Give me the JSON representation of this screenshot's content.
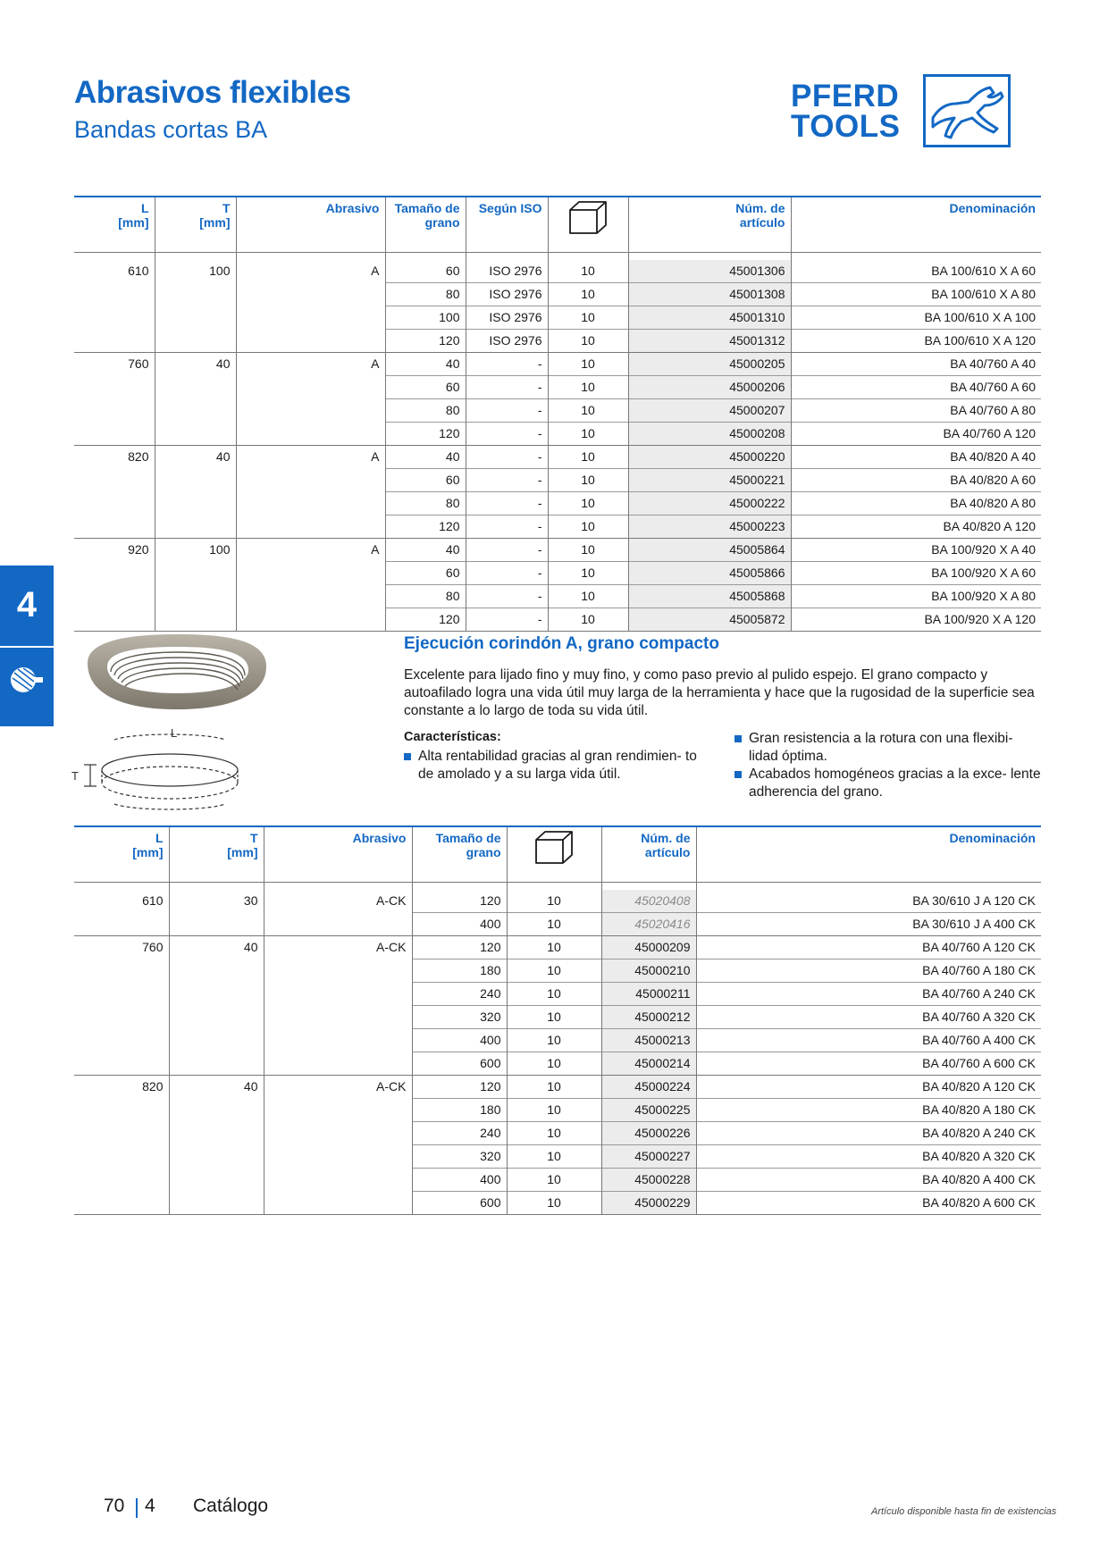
{
  "header": {
    "title": "Abrasivos flexibles",
    "subtitle": "Bandas cortas BA",
    "logo_line1": "PFERD",
    "logo_line2": "TOOLS"
  },
  "side_tab": {
    "chapter": "4"
  },
  "table1": {
    "headers": {
      "L": "L",
      "L_unit": "[mm]",
      "T": "T",
      "T_unit": "[mm]",
      "abrasivo": "Abrasivo",
      "grano1": "Tamaño de",
      "grano2": "grano",
      "iso": "Según ISO",
      "art1": "Núm. de",
      "art2": "artículo",
      "denominacion": "Denominación"
    },
    "groups": [
      {
        "L": "610",
        "T": "100",
        "abrasivo": "A",
        "rows": [
          {
            "grano": "60",
            "iso": "ISO 2976",
            "pack": "10",
            "art": "45001306",
            "denom": "BA 100/610 X A 60"
          },
          {
            "grano": "80",
            "iso": "ISO 2976",
            "pack": "10",
            "art": "45001308",
            "denom": "BA 100/610 X A 80"
          },
          {
            "grano": "100",
            "iso": "ISO 2976",
            "pack": "10",
            "art": "45001310",
            "denom": "BA 100/610 X A 100"
          },
          {
            "grano": "120",
            "iso": "ISO 2976",
            "pack": "10",
            "art": "45001312",
            "denom": "BA 100/610 X A 120"
          }
        ]
      },
      {
        "L": "760",
        "T": "40",
        "abrasivo": "A",
        "rows": [
          {
            "grano": "40",
            "iso": "-",
            "pack": "10",
            "art": "45000205",
            "denom": "BA 40/760 A 40"
          },
          {
            "grano": "60",
            "iso": "-",
            "pack": "10",
            "art": "45000206",
            "denom": "BA 40/760 A 60"
          },
          {
            "grano": "80",
            "iso": "-",
            "pack": "10",
            "art": "45000207",
            "denom": "BA 40/760 A 80"
          },
          {
            "grano": "120",
            "iso": "-",
            "pack": "10",
            "art": "45000208",
            "denom": "BA 40/760 A 120"
          }
        ]
      },
      {
        "L": "820",
        "T": "40",
        "abrasivo": "A",
        "rows": [
          {
            "grano": "40",
            "iso": "-",
            "pack": "10",
            "art": "45000220",
            "denom": "BA 40/820 A 40"
          },
          {
            "grano": "60",
            "iso": "-",
            "pack": "10",
            "art": "45000221",
            "denom": "BA 40/820 A 60"
          },
          {
            "grano": "80",
            "iso": "-",
            "pack": "10",
            "art": "45000222",
            "denom": "BA 40/820 A 80"
          },
          {
            "grano": "120",
            "iso": "-",
            "pack": "10",
            "art": "45000223",
            "denom": "BA 40/820 A 120"
          }
        ]
      },
      {
        "L": "920",
        "T": "100",
        "abrasivo": "A",
        "rows": [
          {
            "grano": "40",
            "iso": "-",
            "pack": "10",
            "art": "45005864",
            "denom": "BA 100/920 X A 40"
          },
          {
            "grano": "60",
            "iso": "-",
            "pack": "10",
            "art": "45005866",
            "denom": "BA 100/920 X A 60"
          },
          {
            "grano": "80",
            "iso": "-",
            "pack": "10",
            "art": "45005868",
            "denom": "BA 100/920 X A 80"
          },
          {
            "grano": "120",
            "iso": "-",
            "pack": "10",
            "art": "45005872",
            "denom": "BA 100/920 X A 120"
          }
        ]
      }
    ]
  },
  "section": {
    "title": "Ejecución corindón A, grano compacto",
    "description": "Excelente para lijado fino y muy fino, y como paso previo al pulido espejo. El grano compacto y autoafilado logra una vida útil muy larga de la herramienta y hace que la rugosidad de la superficie sea constante a lo largo de toda su vida útil.",
    "features_heading": "Características:",
    "features": [
      "Alta rentabilidad gracias al gran rendimien- to de amolado y a su larga vida útil.",
      "Gran resistencia a la rotura con una flexibi- lidad óptima.",
      "Acabados homogéneos gracias a la exce- lente adherencia del grano."
    ],
    "diagram_L": "L",
    "diagram_T": "T"
  },
  "table2": {
    "headers": {
      "L": "L",
      "L_unit": "[mm]",
      "T": "T",
      "T_unit": "[mm]",
      "abrasivo": "Abrasivo",
      "grano1": "Tamaño de",
      "grano2": "grano",
      "art1": "Núm. de",
      "art2": "artículo",
      "denominacion": "Denominación"
    },
    "groups": [
      {
        "L": "610",
        "T": "30",
        "abrasivo": "A-CK",
        "rows": [
          {
            "grano": "120",
            "pack": "10",
            "art": "45020408",
            "denom": "BA 30/610 J A 120 CK",
            "discontinued": true
          },
          {
            "grano": "400",
            "pack": "10",
            "art": "45020416",
            "denom": "BA 30/610 J A 400 CK",
            "discontinued": true
          }
        ]
      },
      {
        "L": "760",
        "T": "40",
        "abrasivo": "A-CK",
        "rows": [
          {
            "grano": "120",
            "pack": "10",
            "art": "45000209",
            "denom": "BA 40/760 A 120 CK"
          },
          {
            "grano": "180",
            "pack": "10",
            "art": "45000210",
            "denom": "BA 40/760 A 180 CK"
          },
          {
            "grano": "240",
            "pack": "10",
            "art": "45000211",
            "denom": "BA 40/760 A 240 CK"
          },
          {
            "grano": "320",
            "pack": "10",
            "art": "45000212",
            "denom": "BA 40/760 A 320 CK"
          },
          {
            "grano": "400",
            "pack": "10",
            "art": "45000213",
            "denom": "BA 40/760 A 400 CK"
          },
          {
            "grano": "600",
            "pack": "10",
            "art": "45000214",
            "denom": "BA 40/760 A 600 CK"
          }
        ]
      },
      {
        "L": "820",
        "T": "40",
        "abrasivo": "A-CK",
        "rows": [
          {
            "grano": "120",
            "pack": "10",
            "art": "45000224",
            "denom": "BA 40/820 A 120 CK"
          },
          {
            "grano": "180",
            "pack": "10",
            "art": "45000225",
            "denom": "BA 40/820 A 180 CK"
          },
          {
            "grano": "240",
            "pack": "10",
            "art": "45000226",
            "denom": "BA 40/820 A 240 CK"
          },
          {
            "grano": "320",
            "pack": "10",
            "art": "45000227",
            "denom": "BA 40/820 A 320 CK"
          },
          {
            "grano": "400",
            "pack": "10",
            "art": "45000228",
            "denom": "BA 40/820 A 400 CK"
          },
          {
            "grano": "600",
            "pack": "10",
            "art": "45000229",
            "denom": "BA 40/820 A 600 CK"
          }
        ]
      }
    ]
  },
  "footer": {
    "page": "70",
    "chapter": "4",
    "catalog": "Catálogo",
    "note": "Artículo disponible hasta fin de existencias"
  },
  "colors": {
    "brand_blue": "#1368c4",
    "article_bg": "#ececec"
  }
}
